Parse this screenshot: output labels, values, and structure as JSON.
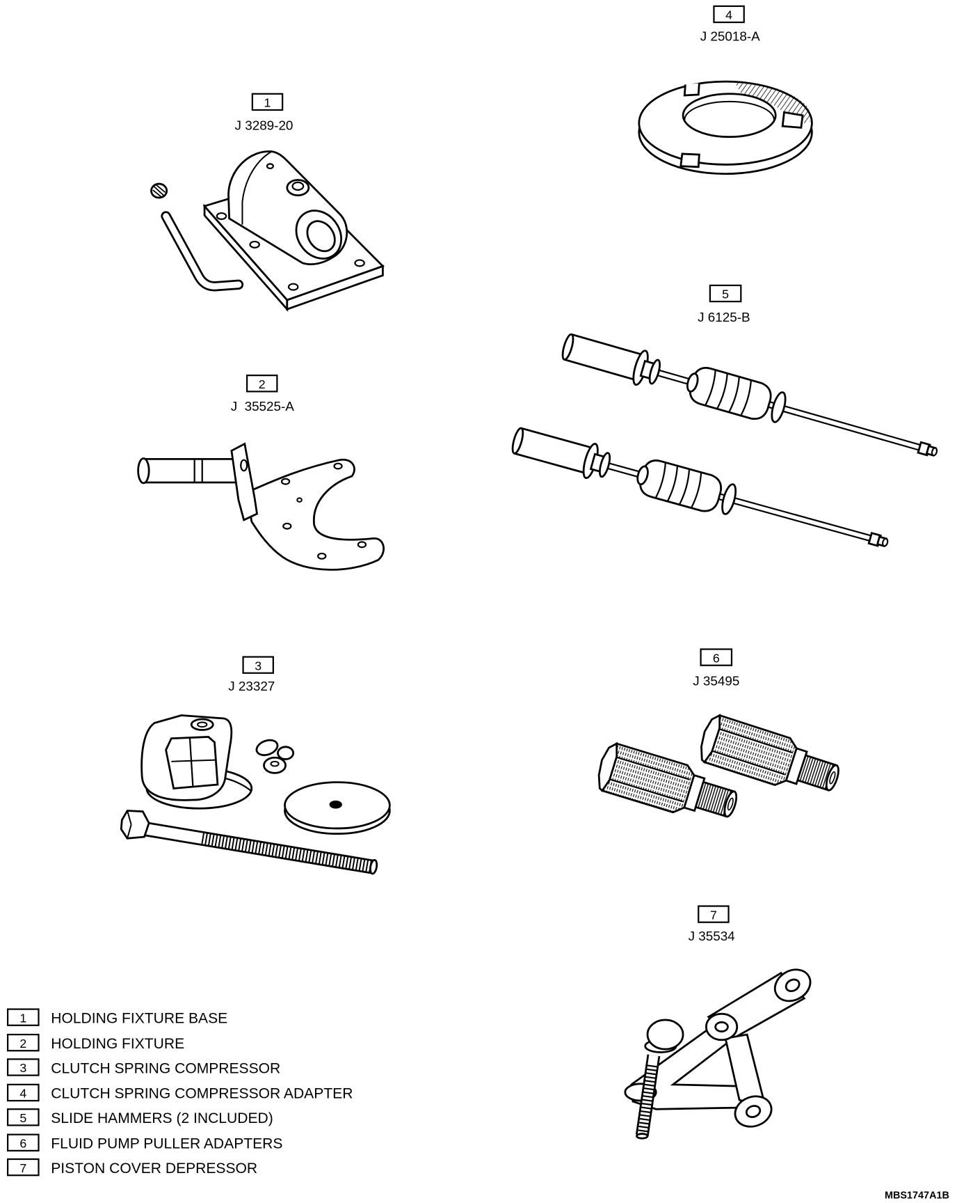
{
  "figure_id": "MBS1747A1B",
  "tools": [
    {
      "number": "1",
      "part_number": "J 3289-20",
      "name": "HOLDING FIXTURE BASE"
    },
    {
      "number": "2",
      "part_number": "J  35525-A",
      "name": "HOLDING FIXTURE"
    },
    {
      "number": "3",
      "part_number": "J 23327",
      "name": "CLUTCH SPRING COMPRESSOR"
    },
    {
      "number": "4",
      "part_number": "J 25018-A",
      "name": "CLUTCH SPRING COMPRESSOR ADAPTER"
    },
    {
      "number": "5",
      "part_number": "J 6125-B",
      "name": "SLIDE HAMMERS (2 INCLUDED)"
    },
    {
      "number": "6",
      "part_number": "J 35495",
      "name": "FLUID PUMP PULLER ADAPTERS"
    },
    {
      "number": "7",
      "part_number": "J 35534",
      "name": "PISTON COVER DEPRESSOR"
    }
  ]
}
